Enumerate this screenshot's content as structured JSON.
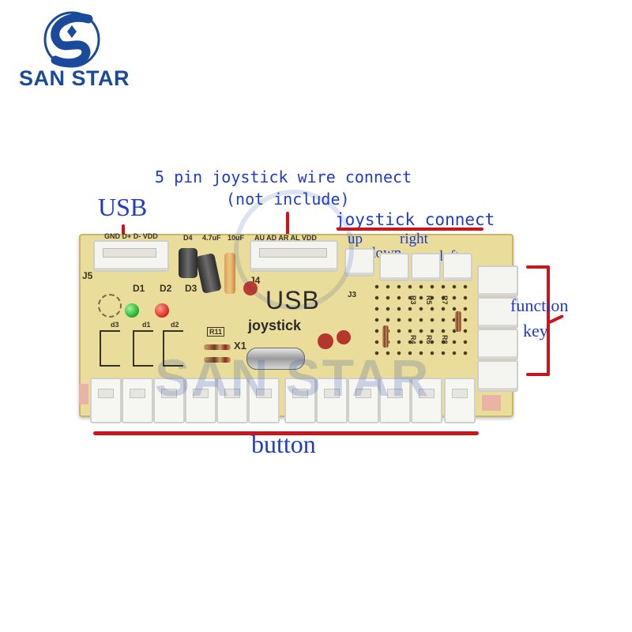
{
  "brand": {
    "name": "SAN STAR",
    "logo_icon": "swirl-s-logo-icon",
    "color": "#1a4a9a"
  },
  "labels": {
    "usb": "USB",
    "joystick_wire_line1": "5 pin joystick wire connect",
    "joystick_wire_line2": "(not include)",
    "joystick_connect": "joystick connect",
    "up": "up",
    "down": "down",
    "right": "right",
    "left": "left",
    "function_line1": "function",
    "function_line2": "key",
    "button": "button"
  },
  "board": {
    "title": "USB",
    "subtitle": "joystick",
    "silk_j5": "J5",
    "silk_j4": "J4",
    "silk_j3": "J3",
    "silk_x1": "X1",
    "silk_r11": "R11",
    "silk_d1": "D1",
    "silk_d2": "D2",
    "silk_d3": "D3",
    "silk_d4": "D4",
    "silk_small_d3": "d3",
    "silk_small_d1": "d1",
    "silk_small_d2": "d2",
    "silk_usb_pins": "GND D+ D- VDD",
    "silk_joy_pins": "AU AD AR AL VDD",
    "silk_cap1": "4.7uF",
    "silk_cap2": "10uF",
    "silk_r_column_a": [
      "R3",
      "R5",
      "R7"
    ],
    "silk_r_column_b": [
      "R4",
      "R6",
      "R8"
    ]
  },
  "colors": {
    "label_blue": "#1e3cc8",
    "annotation_red": "#c8161d",
    "pcb_yellow": "#eadc9a"
  }
}
